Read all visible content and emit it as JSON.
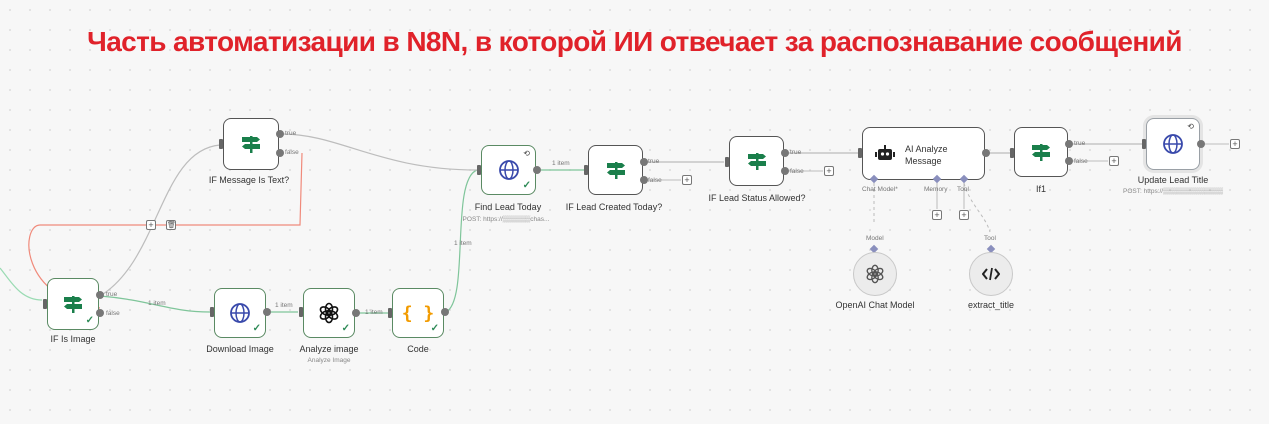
{
  "banner": "Часть автоматизации в N8N, в которой ИИ отвечает за распознавание сообщений",
  "nodes": {
    "if_is_image": {
      "label": "IF Is Image",
      "true": "true",
      "false": "false"
    },
    "if_message_is_text": {
      "label": "IF Message Is Text?",
      "true": "true",
      "false": "false"
    },
    "download_image": {
      "label": "Download Image"
    },
    "analyze_image": {
      "label": "Analyze image",
      "sub": "Analyze Image"
    },
    "code": {
      "label": "Code",
      "glyph": "{ }"
    },
    "find_lead_today": {
      "label": "Find Lead Today",
      "sub": "POST: https://▒▒▒▒▒▒chas..."
    },
    "if_lead_created_today": {
      "label": "IF Lead Created Today?",
      "true": "true",
      "false": "false"
    },
    "if_lead_status_allowed": {
      "label": "IF Lead Status Allowed?",
      "true": "true",
      "false": "false"
    },
    "ai_analyze_message": {
      "label_line1": "AI Analyze",
      "label_line2": "Message",
      "port_chat_model": "Chat Model*",
      "port_memory": "Memory",
      "port_tool": "Tool"
    },
    "if1": {
      "label": "If1",
      "true": "true",
      "false": "false"
    },
    "update_lead_title": {
      "label": "Update Lead Title",
      "sub": "POST: https://▒▒▒▒▒▒▒▒▒▒▒▒▒"
    },
    "openai_chat_model": {
      "label": "OpenAI Chat Model",
      "port": "Model"
    },
    "extract_title": {
      "label": "extract_title",
      "port": "Tool"
    }
  },
  "edge_labels": {
    "download": "1 item",
    "analyze": "1 item",
    "code": "1 item",
    "find": "1 item",
    "code_to_find": "1 item"
  },
  "controls": {
    "add": "+",
    "delete": "🗑"
  },
  "icons": {
    "if": "signpost-icon",
    "http": "globe-icon",
    "openai": "openai-icon",
    "code": "code-braces-icon",
    "agent": "robot-icon",
    "tool": "code-tag-icon"
  },
  "colors": {
    "banner": "#e0222a",
    "if_icon": "#1a7f4b",
    "http_icon": "#3949ab",
    "code_icon": "#f29b00",
    "success": "#2e8b57",
    "error_edge": "#f08a7b",
    "edge": "#b5b5b5",
    "active_edge": "#7fc59a"
  }
}
